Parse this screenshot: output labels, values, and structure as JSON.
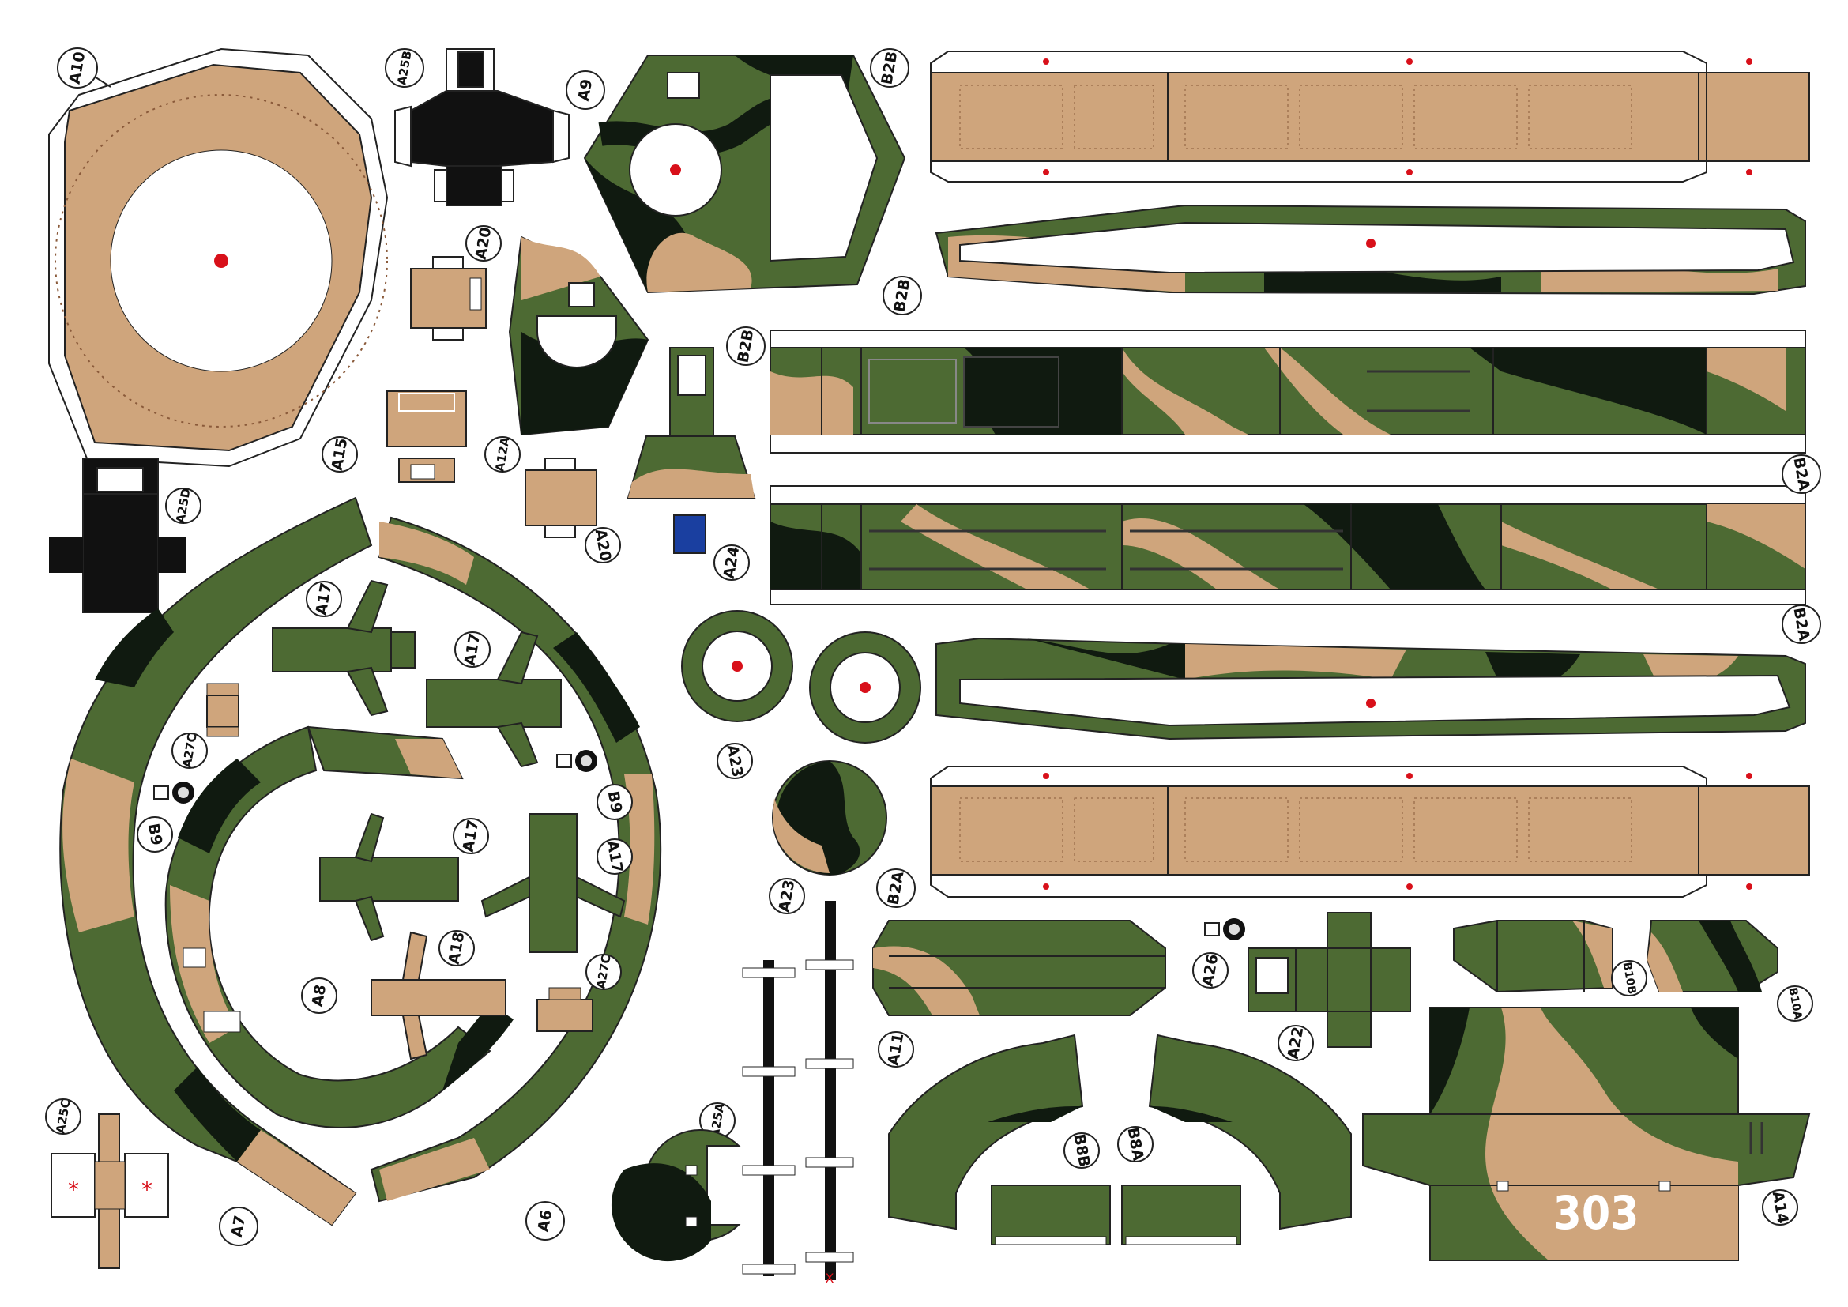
{
  "colors": {
    "olive": "#4d6a33",
    "dark": "#101a10",
    "tan": "#cfa57c",
    "red": "#d8101a",
    "outline": "#222222",
    "paper": "#ffffff"
  },
  "labels": {
    "a10": "A10",
    "a25b": "A25B",
    "a9": "A9",
    "b2b_1": "B2B",
    "b2b_2": "B2B",
    "b2b_3": "B2B",
    "a20_1": "A20",
    "a20_2": "A20",
    "a12a": "A12A",
    "a15": "A15",
    "a25d": "A25D",
    "a24": "A24",
    "b2a_1": "B2A",
    "b2a_2": "B2A",
    "b2a_3": "B2A",
    "a17_1": "A17",
    "a17_2": "A17",
    "a17_3": "A17",
    "a17_4": "A17",
    "a27c_1": "A27C",
    "a27c_2": "A27C",
    "a23_1": "A23",
    "a23_2": "A23",
    "b9_1": "B9",
    "b9_2": "B9",
    "a18": "A18",
    "a8": "A8",
    "a26": "A26",
    "a22": "A22",
    "b10b": "B10B",
    "b10a": "B10A",
    "a11": "A11",
    "a25c": "A25C",
    "a25a": "A25A",
    "b8b": "B8B",
    "b8a": "B8A",
    "a7": "A7",
    "a6": "A6",
    "a14": "A14"
  },
  "markings": {
    "hull_number": "303",
    "glue_mark": "*",
    "cross_mark": "X"
  }
}
